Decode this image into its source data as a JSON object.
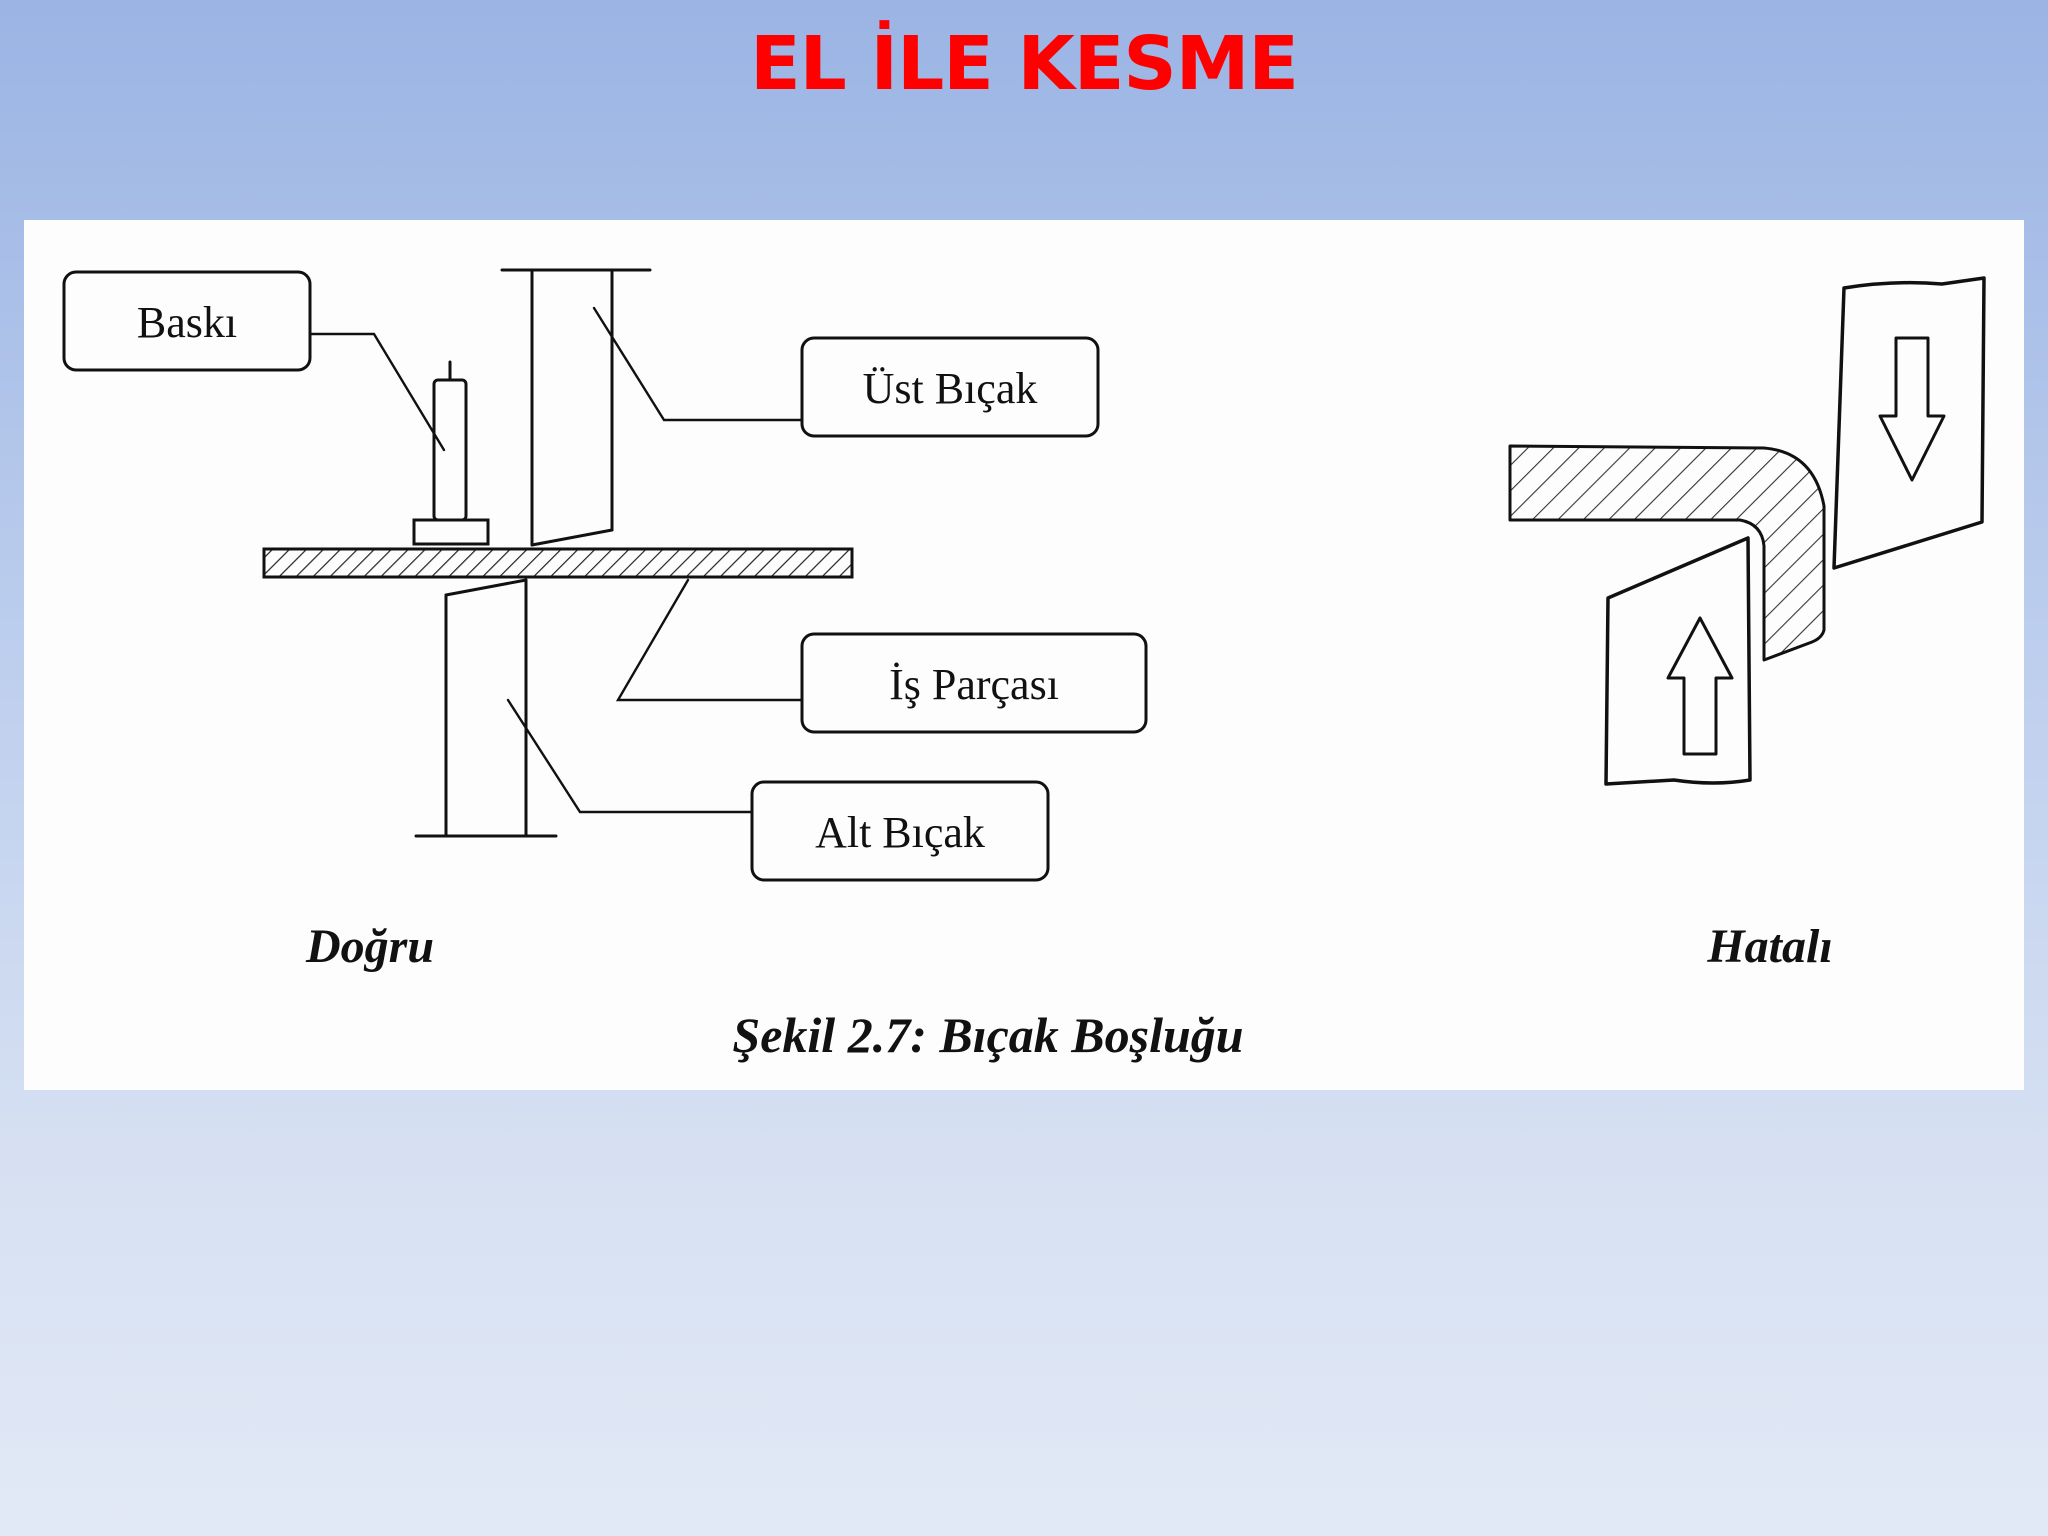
{
  "slide": {
    "title": "EL İLE KESME",
    "title_color": "#ff0000"
  },
  "figure": {
    "labels": {
      "pressure": "Baskı",
      "upper_blade": "Üst Bıçak",
      "workpiece": "İş Parçası",
      "lower_blade": "Alt Bıçak"
    },
    "panel_correct": "Doğru",
    "panel_faulty": "Hatalı",
    "caption": "Şekil 2.7: Bıçak Boşluğu"
  }
}
